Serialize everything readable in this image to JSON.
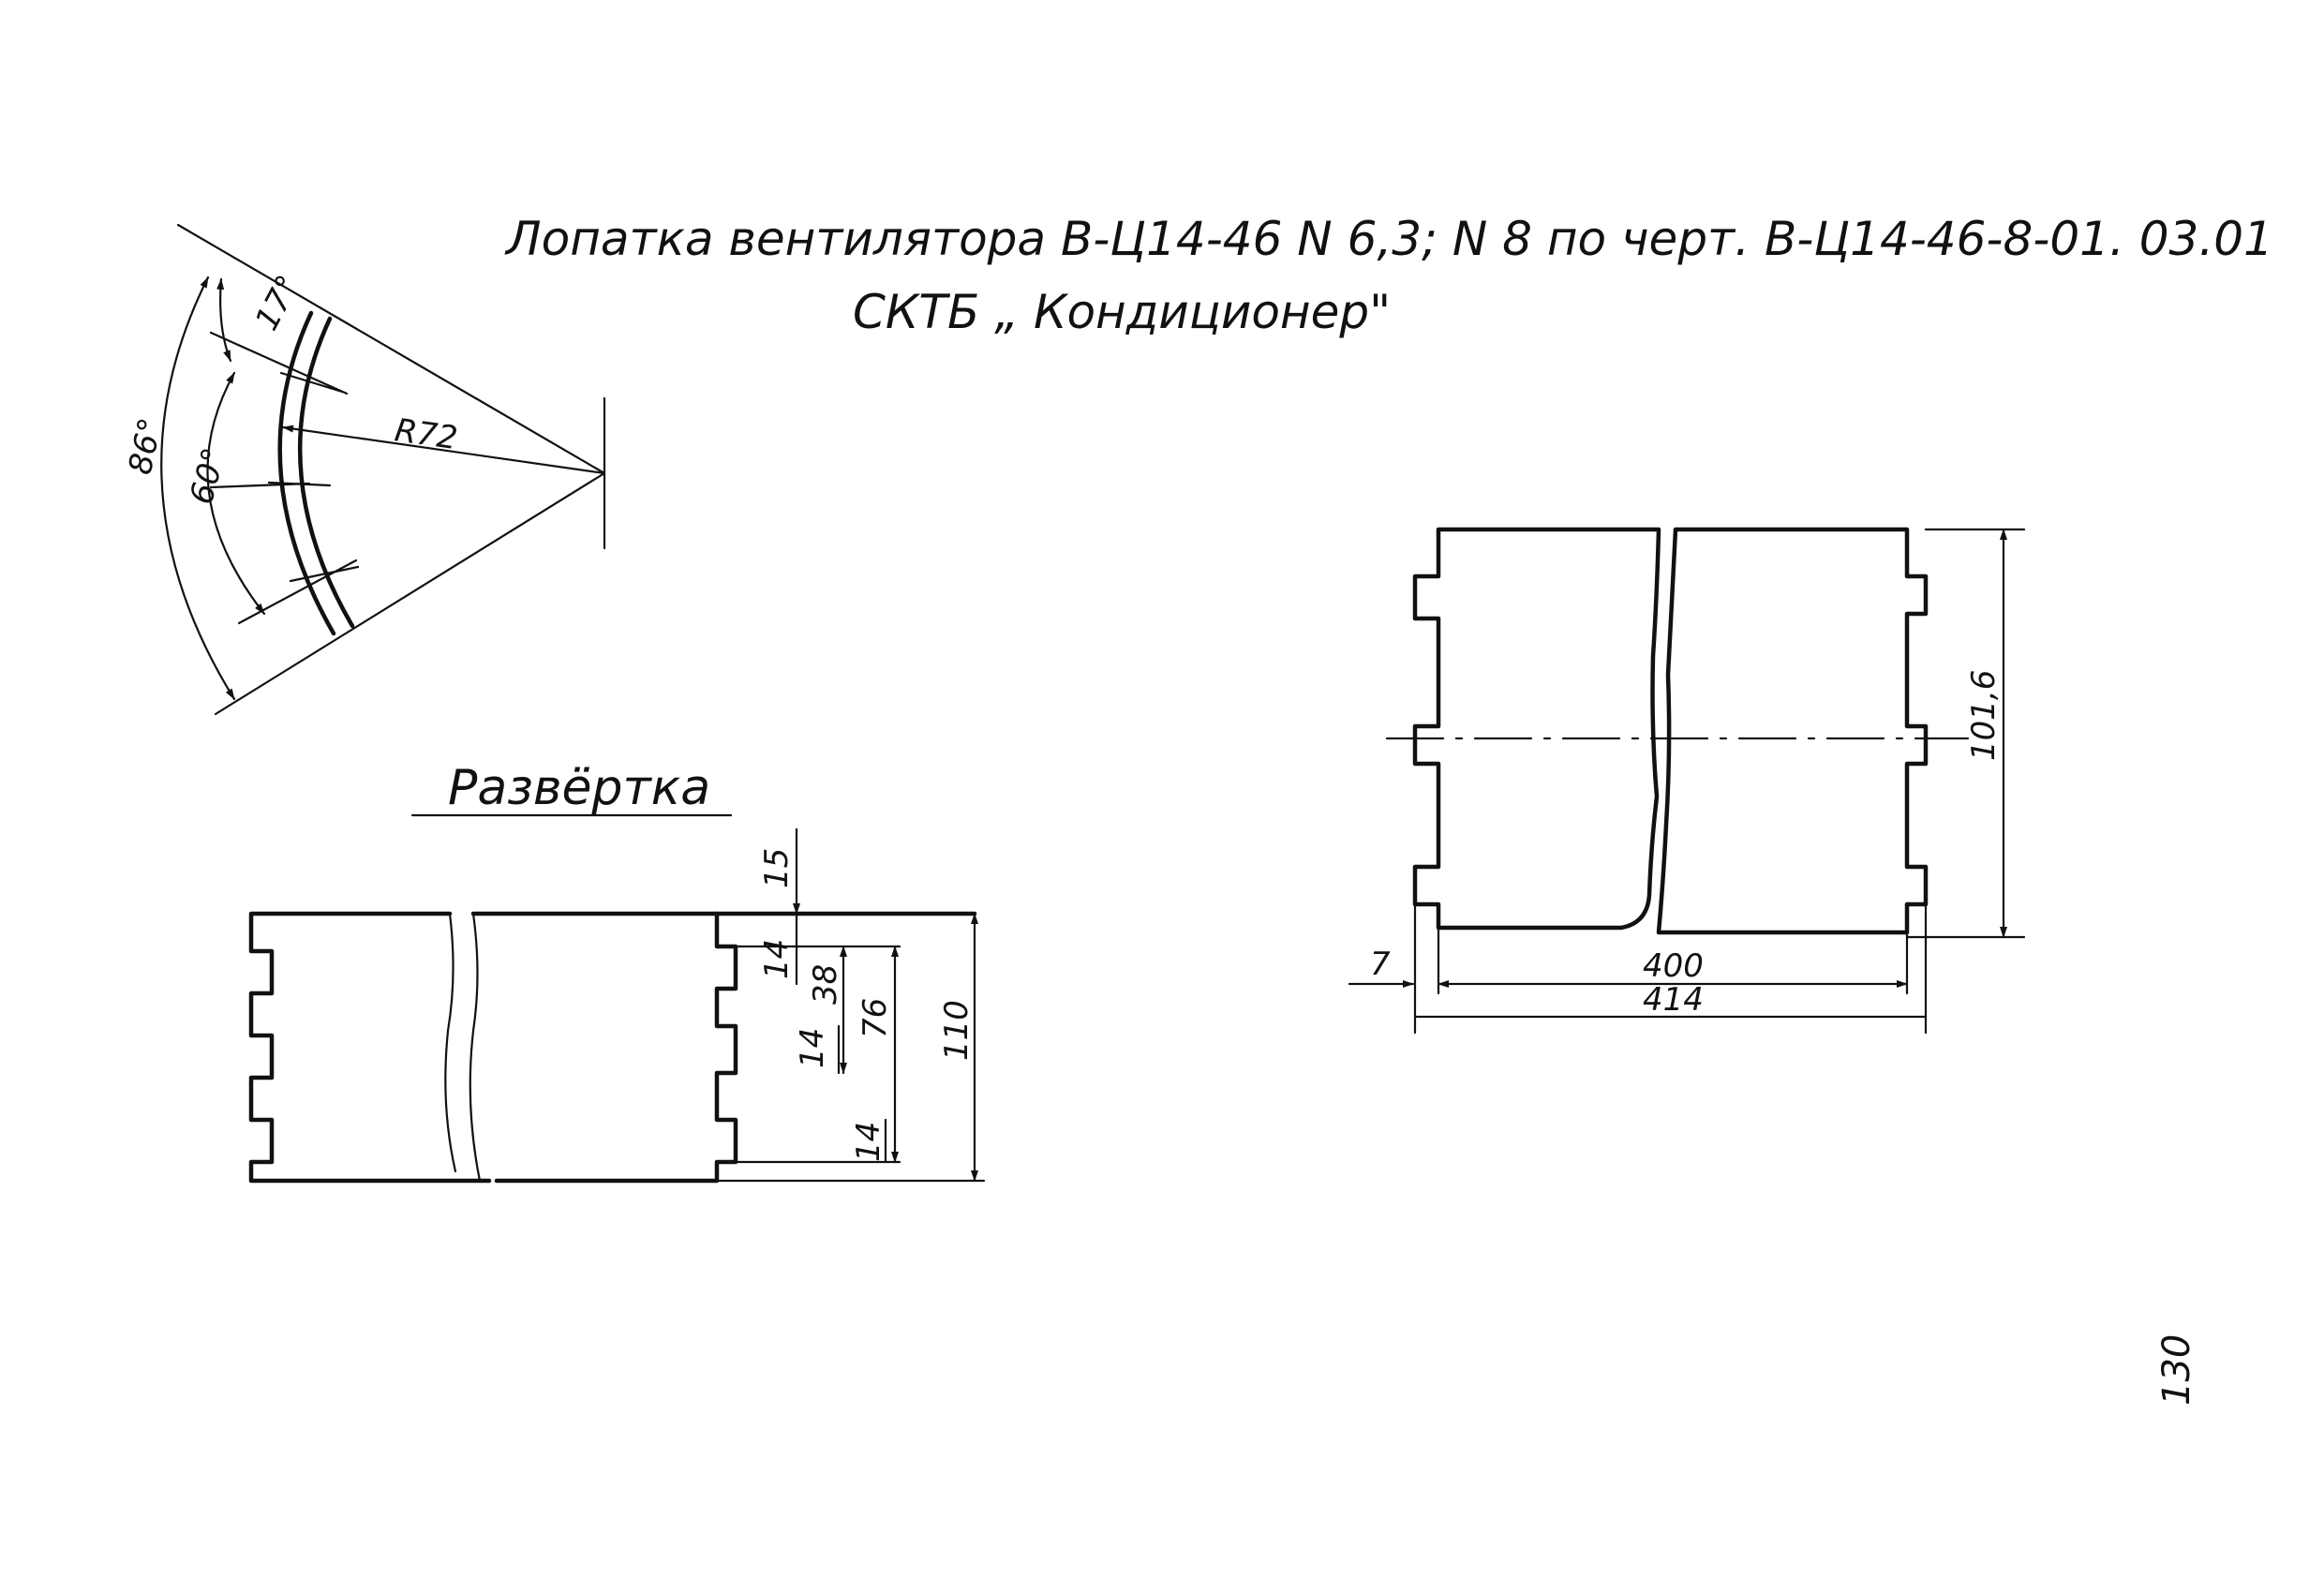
{
  "title": {
    "line1": "Лопатка вентилятора В-Ц14-46 N 6,3; N 8 по черт. В-Ц14-46-8-01. 03.01",
    "line2": "СКТБ „ Кондиционер\""
  },
  "sector_view": {
    "angle_total": "86°",
    "angle_span": "60°",
    "angle_offset": "17°",
    "radius": "R72"
  },
  "development": {
    "heading": "Развёртка",
    "dim_top_gap": "15",
    "dim_slot_1": "14",
    "dim_pitch": "38",
    "dim_slot_2": "14",
    "dim_slot_span": "76",
    "dim_bottom": "14",
    "dim_height": "110"
  },
  "blade_view": {
    "dim_height": "101,6",
    "dim_offset": "7",
    "dim_inner_length": "400",
    "dim_total_length": "414"
  },
  "page_number": "130"
}
